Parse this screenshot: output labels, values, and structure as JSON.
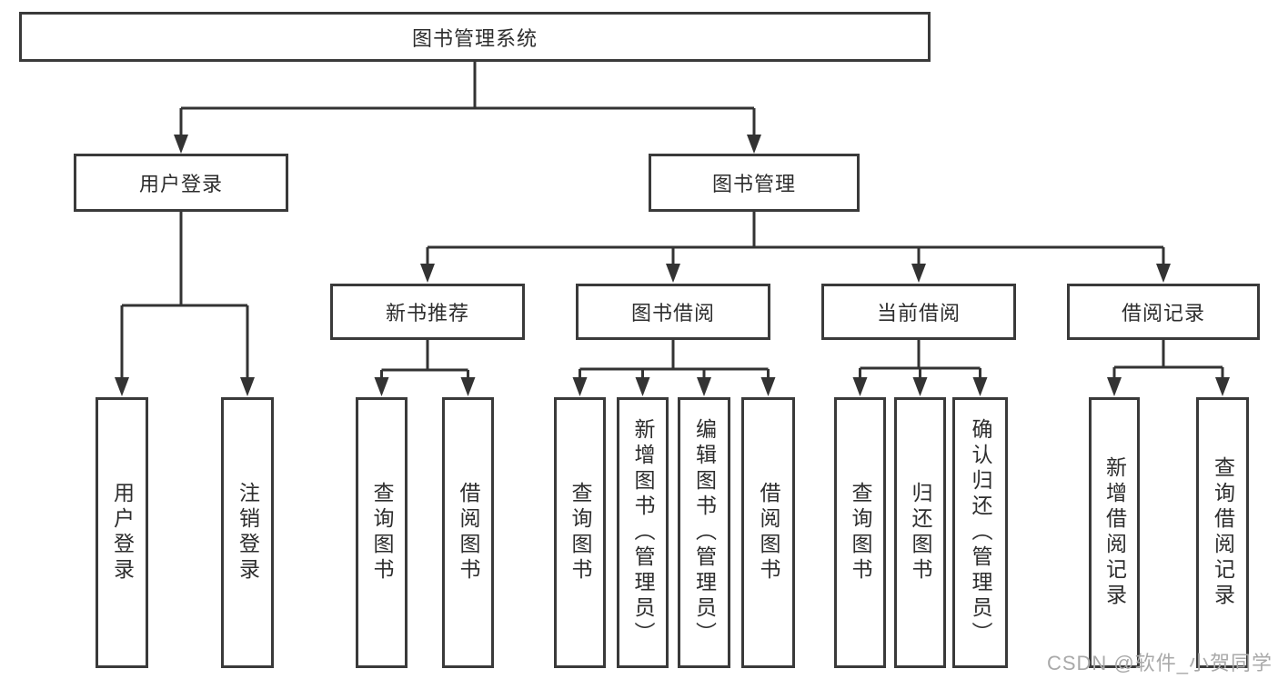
{
  "tree": {
    "label": "图书管理系统",
    "children": [
      {
        "label": "用户登录",
        "children": [
          {
            "label": "用户登录"
          },
          {
            "label": "注销登录"
          }
        ]
      },
      {
        "label": "图书管理",
        "children": [
          {
            "label": "新书推荐",
            "children": [
              {
                "label": "查询图书"
              },
              {
                "label": "借阅图书"
              }
            ]
          },
          {
            "label": "图书借阅",
            "children": [
              {
                "label": "查询图书"
              },
              {
                "label": "新增图书（管理员）"
              },
              {
                "label": "编辑图书（管理员）"
              },
              {
                "label": "借阅图书"
              }
            ]
          },
          {
            "label": "当前借阅",
            "children": [
              {
                "label": "查询图书"
              },
              {
                "label": "归还图书"
              },
              {
                "label": "确认归还（管理员）"
              }
            ]
          },
          {
            "label": "借阅记录",
            "children": [
              {
                "label": "新增借阅记录"
              },
              {
                "label": "查询借阅记录"
              }
            ]
          }
        ]
      }
    ]
  },
  "watermark": "CSDN @软件_小贺同学",
  "colors": {
    "line": "#333333",
    "box_border": "#3a3a3a",
    "box_background": "#ffffff",
    "text": "#2d2d2d",
    "watermark": "#a9a9a9"
  }
}
